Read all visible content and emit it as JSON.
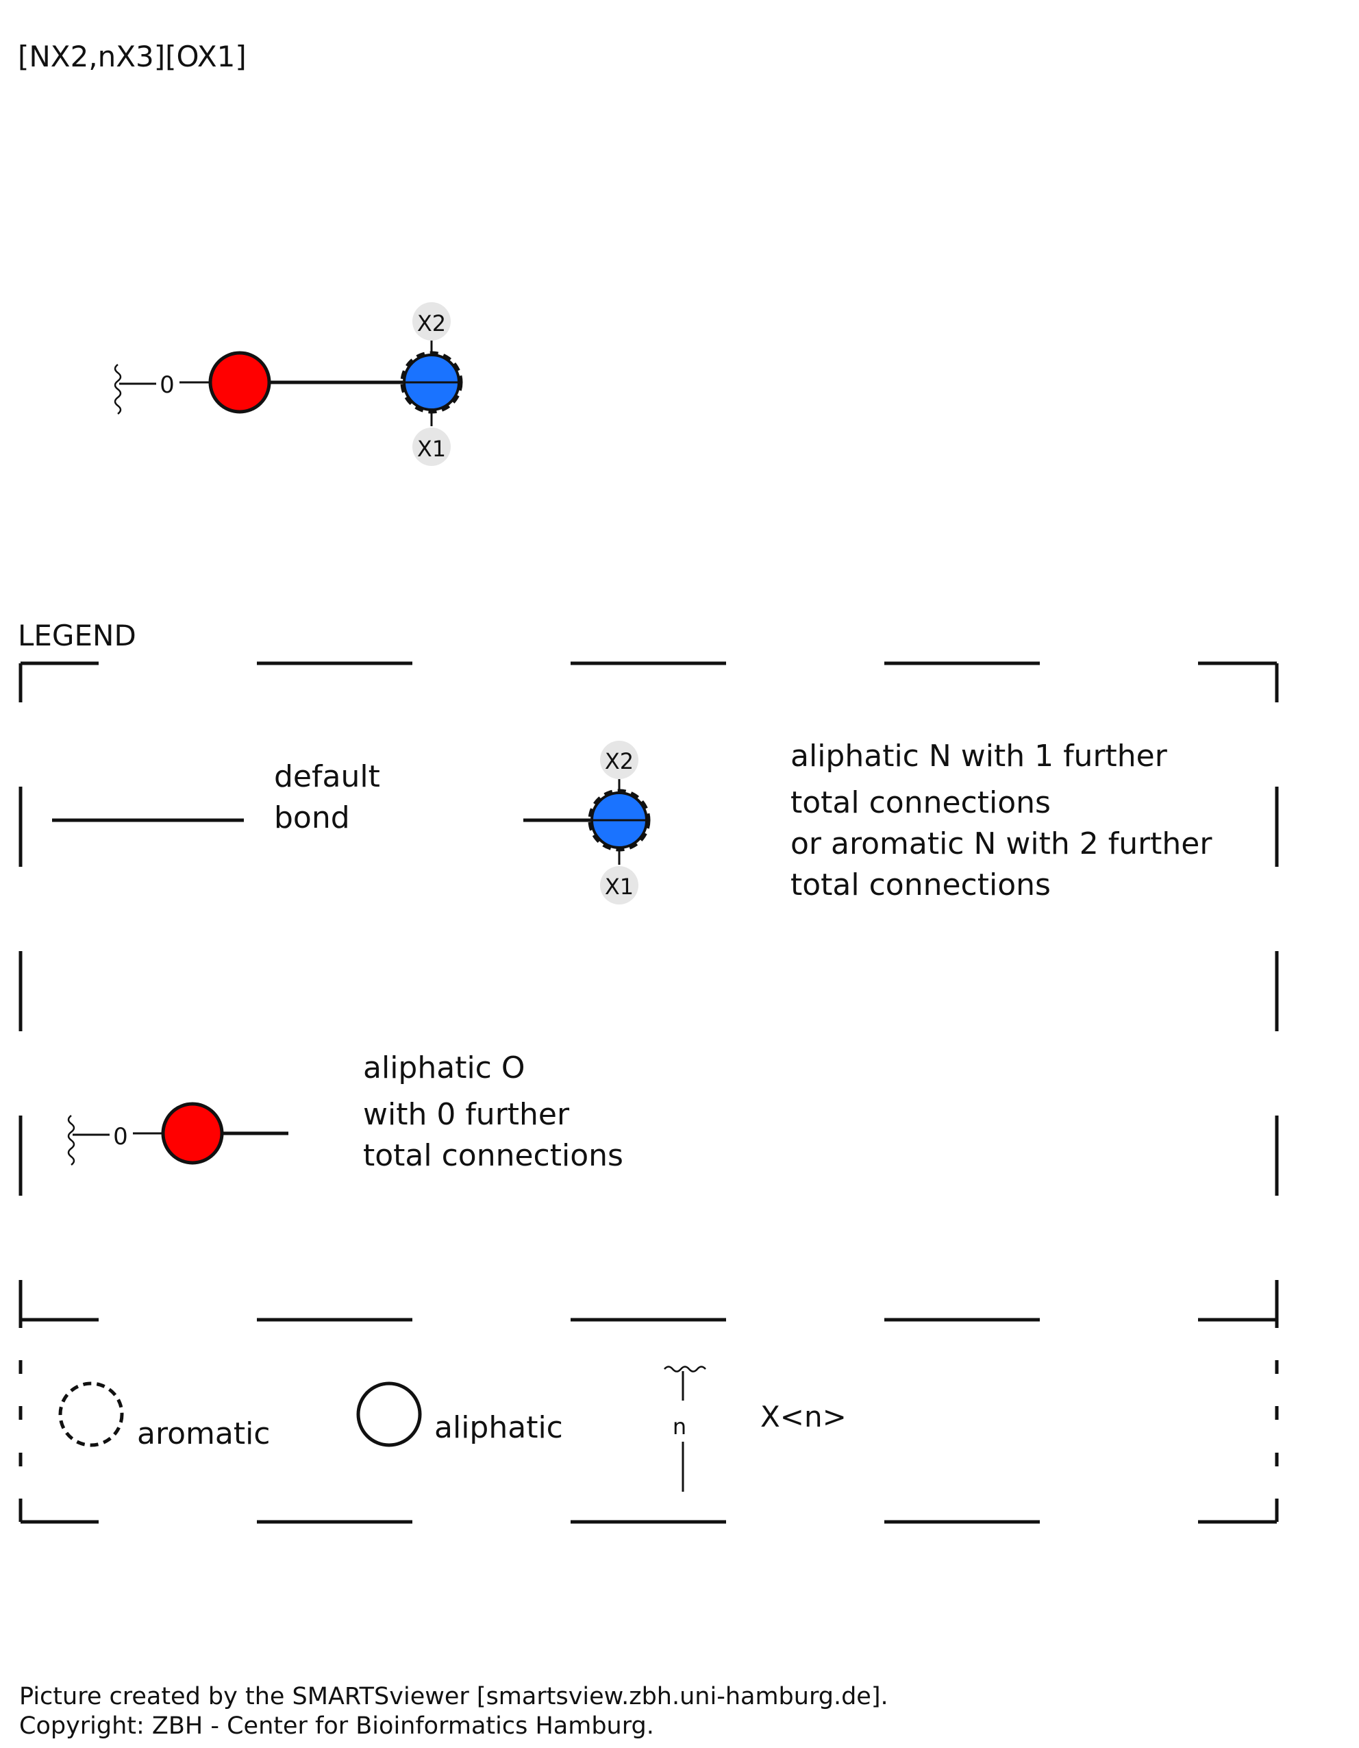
{
  "smarts": "[NX2,nX3][OX1]",
  "molecule": {
    "oxygen_connection_label": "0",
    "nitrogen_top_label": "X2",
    "nitrogen_bottom_label": "X1"
  },
  "legend": {
    "title": "LEGEND",
    "default_bond": {
      "line1": "default",
      "line2": "bond"
    },
    "nitrogen": {
      "top_label": "X2",
      "bottom_label": "X1",
      "line1": "aliphatic N with 1 further",
      "line2": "total connections",
      "line3": "or aromatic N with 2 further",
      "line4": "total connections"
    },
    "oxygen": {
      "connection_label": "0",
      "line1": "aliphatic O",
      "line2": "with 0 further",
      "line3": "total connections"
    },
    "key": {
      "aromatic": "aromatic",
      "aliphatic": "aliphatic",
      "n_label": "n",
      "xn_label": "X<n>"
    }
  },
  "footer": {
    "line1": "Picture created by the SMARTSviewer [smartsview.zbh.uni-hamburg.de].",
    "line2": "Copyright: ZBH - Center for Bioinformatics Hamburg."
  },
  "colors": {
    "oxygen": "#ff0000",
    "nitrogen": "#1a73ff",
    "label_badge": "#e6e6e6",
    "stroke": "#111111"
  }
}
